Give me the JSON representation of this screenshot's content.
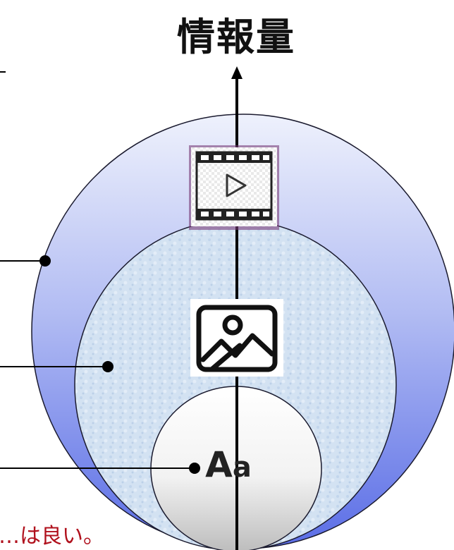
{
  "title": "情報量",
  "footer_text": "…は良い。",
  "text_icon": {
    "big": "A",
    "small": "a"
  },
  "icons": [
    "video-icon",
    "image-icon",
    "text-icon"
  ],
  "colors": {
    "outer_circle_top": "#e8ecfb",
    "outer_circle_bottom": "#5f72e8",
    "middle_circle": "#d6e4f2",
    "inner_circle_top": "#ffffff",
    "inner_circle_bottom": "#c9c9c9",
    "footer_text": "#b0101c"
  }
}
